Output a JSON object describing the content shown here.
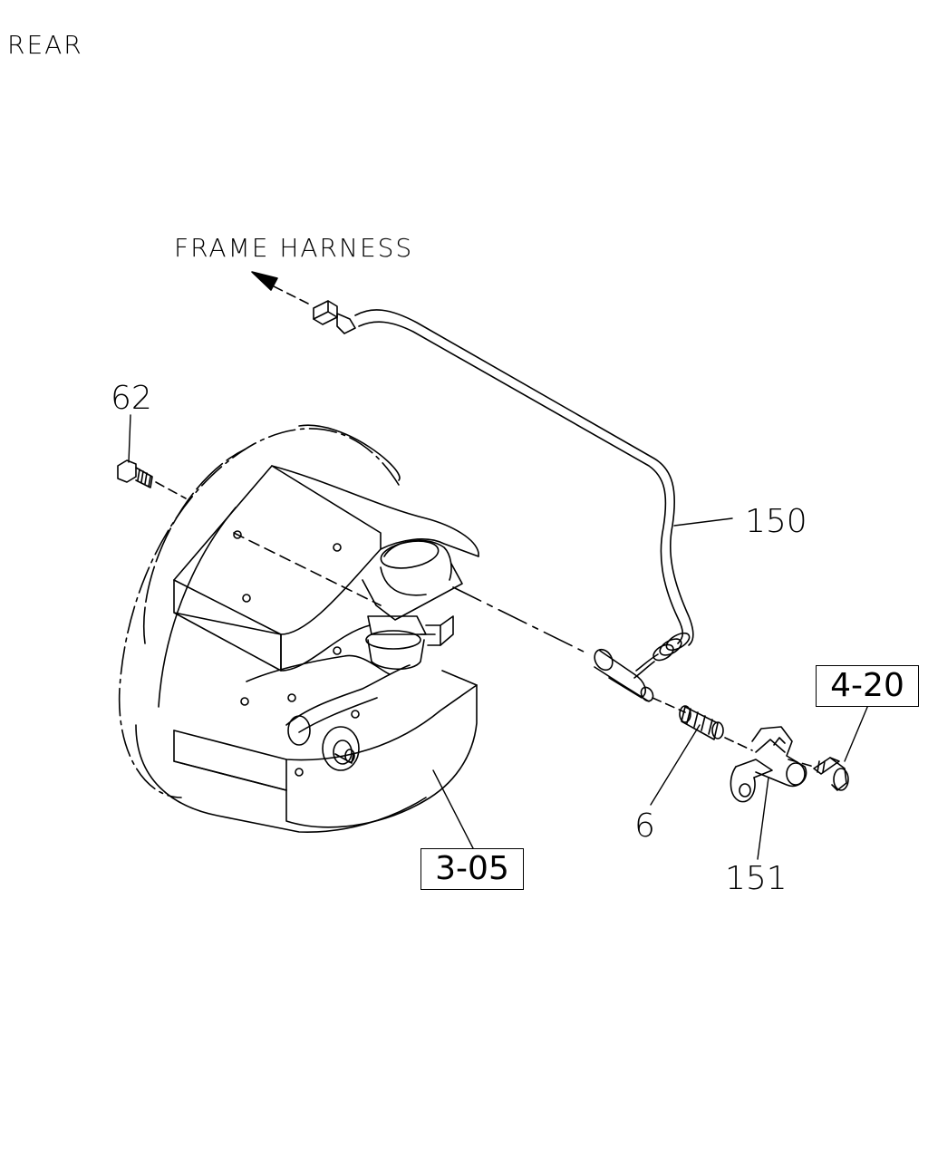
{
  "view_label": "REAR",
  "harness_label": "FRAME HARNESS",
  "callouts": {
    "bolt_top": "62",
    "sensor_harness": "150",
    "sleeve": "6",
    "bracket": "151"
  },
  "references": {
    "brake_assembly": "3-05",
    "bracket_bolt": "4-20"
  }
}
